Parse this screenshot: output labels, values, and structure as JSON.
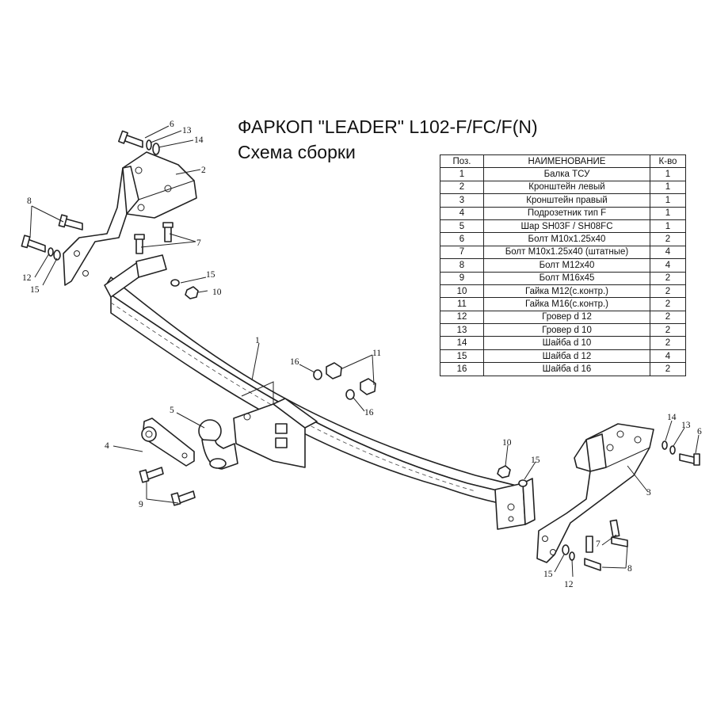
{
  "title": "ФАРКОП \"LEADER\" L102-F/FC/F(N)",
  "subtitle": "Схема сборки",
  "table": {
    "headers": [
      "Поз.",
      "НАИМЕНОВАНИЕ",
      "К-во"
    ],
    "rows": [
      [
        "1",
        "Балка ТСУ",
        "1"
      ],
      [
        "2",
        "Кронштейн левый",
        "1"
      ],
      [
        "3",
        "Кронштейн правый",
        "1"
      ],
      [
        "4",
        "Подрозетник тип F",
        "1"
      ],
      [
        "5",
        "Шар SH03F / SH08FC",
        "1"
      ],
      [
        "6",
        "Болт М10х1.25х40",
        "2"
      ],
      [
        "7",
        "Болт М10х1.25х40 (штатные)",
        "4"
      ],
      [
        "8",
        "Болт М12х40",
        "4"
      ],
      [
        "9",
        "Болт М16х45",
        "2"
      ],
      [
        "10",
        "Гайка М12(с.контр.)",
        "2"
      ],
      [
        "11",
        "Гайка  М16(с.контр.)",
        "2"
      ],
      [
        "12",
        "Гровер d 12",
        "2"
      ],
      [
        "13",
        "Гровер d 10",
        "2"
      ],
      [
        "14",
        "Шайба d 10",
        "2"
      ],
      [
        "15",
        "Шайба d 12",
        "4"
      ],
      [
        "16",
        "Шайба d 16",
        "2"
      ]
    ]
  },
  "callouts": {
    "c1": "1",
    "c2": "2",
    "c3": "3",
    "c4": "4",
    "c5": "5",
    "c6a": "6",
    "c6b": "6",
    "c7a": "7",
    "c7b": "7",
    "c8a": "8",
    "c8b": "8",
    "c9": "9",
    "c10a": "10",
    "c10b": "10",
    "c11": "11",
    "c12a": "12",
    "c12b": "12",
    "c13a": "13",
    "c13b": "13",
    "c14a": "14",
    "c14b": "14",
    "c15a": "15",
    "c15b": "15",
    "c15c": "15",
    "c15d": "15",
    "c16a": "16",
    "c16b": "16"
  }
}
